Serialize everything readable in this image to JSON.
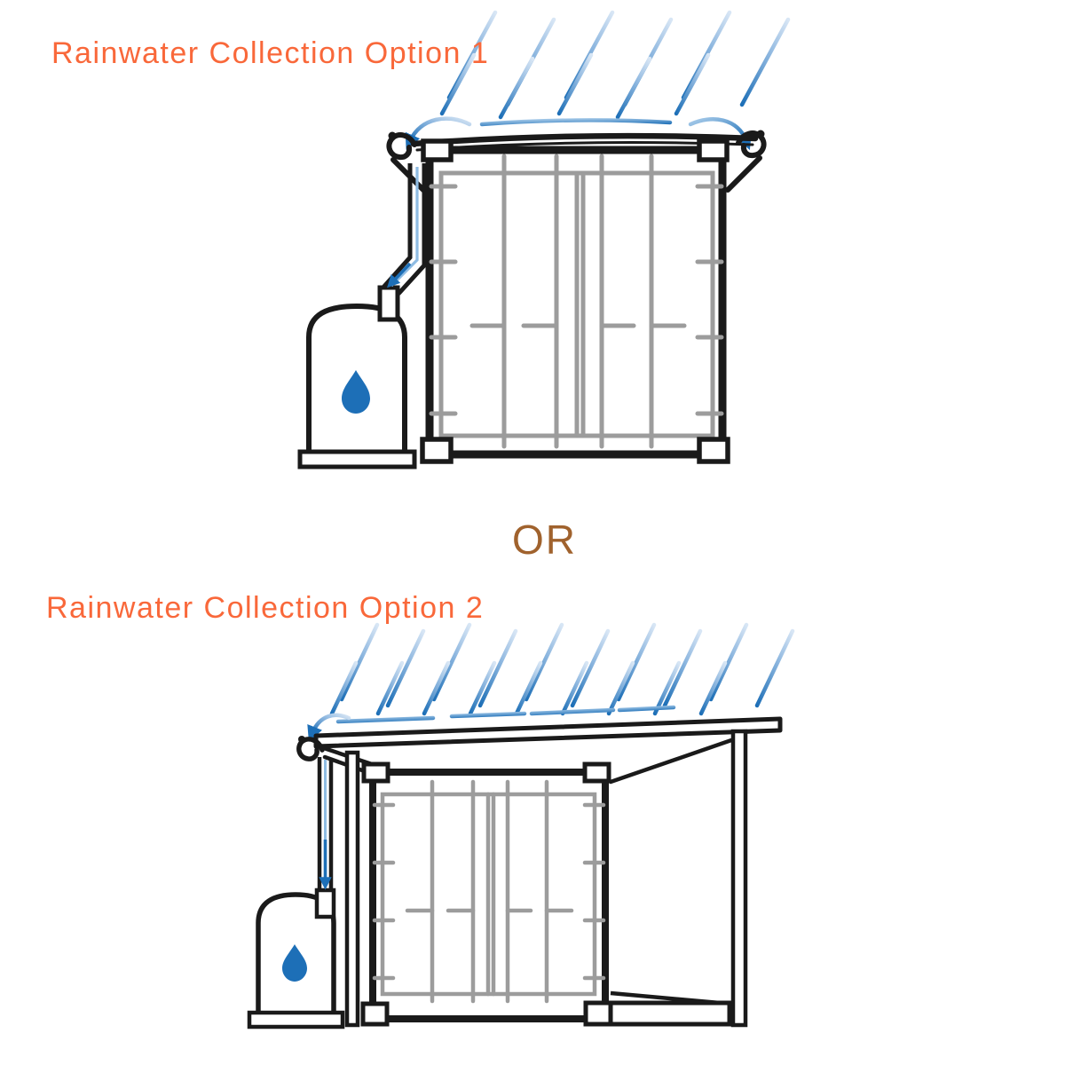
{
  "headings": {
    "option1": "Rainwater Collection Option 1",
    "divider": "OR",
    "option2": "Rainwater Collection Option 2"
  },
  "colors": {
    "heading_orange": "#F9683A",
    "divider_brown": "#A0622D",
    "water_blue": "#1D6FB7",
    "water_blue_light": "#8FBCE3",
    "rain_light": "#CFE0F2",
    "container_gray": "#9C9C9C",
    "line_black": "#1A1A1A",
    "background": "#ffffff"
  },
  "diagrams": {
    "option1": {
      "alt": "Rain falls on a flat roof sheet over a shipping container; curved blue arrows show water flowing to gutters on both top corners; a downspout on the left carries water diagonally into a round-top water tank marked with a blue drop."
    },
    "option2": {
      "alt": "Rain falls on a slanted lean-to roof built on posts over a shipping container; a blue arrow shows water flowing to a gutter at the low left edge; a vertical downspout carries water down into a round-top water tank marked with a blue drop."
    }
  }
}
